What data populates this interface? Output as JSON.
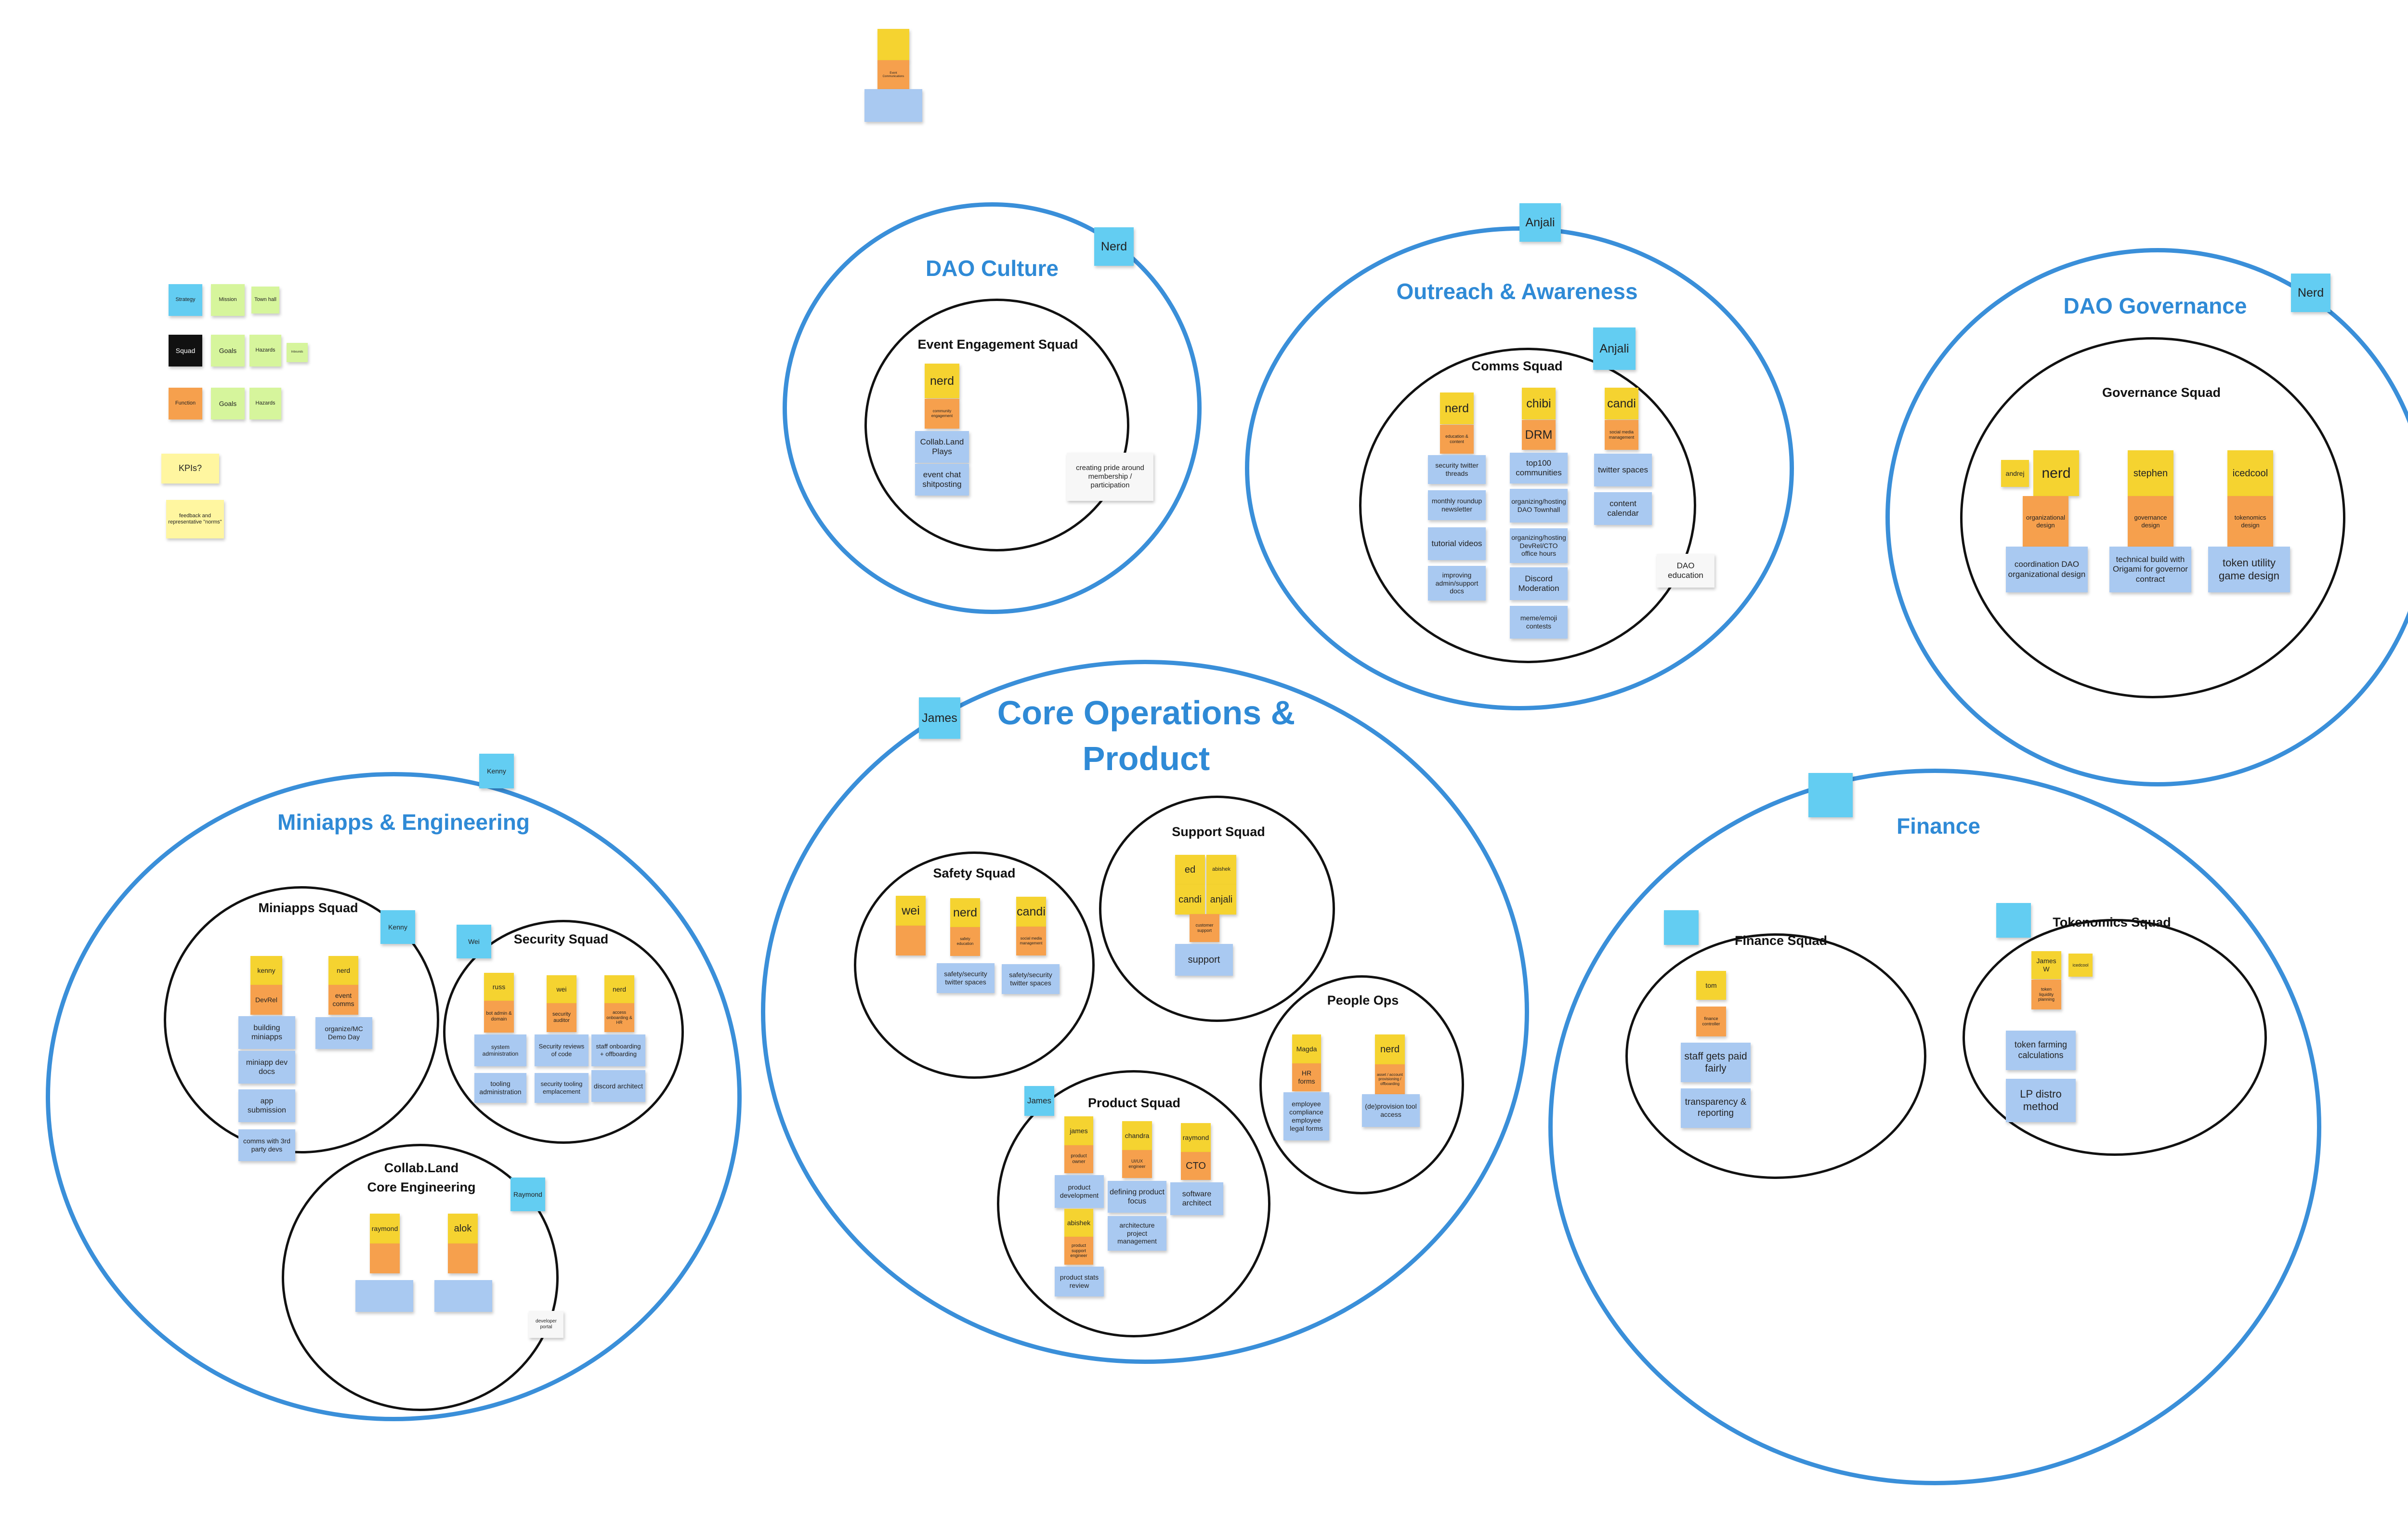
{
  "legend": {
    "row1": [
      "Strategy",
      "Mission",
      "Town hall"
    ],
    "row2": [
      "Squad",
      "Goals",
      "Hazards",
      "Inbounds"
    ],
    "row3": [
      "Function",
      "Goals",
      "Hazards"
    ],
    "kpis": "KPIs?",
    "feedback": "feedback and representative \"norms\""
  },
  "top_card": {
    "label": "Event Communications"
  },
  "zones": {
    "dao_culture": {
      "title": "DAO Culture",
      "lead": "Nerd"
    },
    "outreach": {
      "title": "Outreach & Awareness",
      "lead": "Anjali"
    },
    "governance": {
      "title": "DAO Governance",
      "lead": "Nerd"
    },
    "core_ops": {
      "title_line1": "Core Operations &",
      "title_line2": "Product",
      "lead": "James"
    },
    "miniapps": {
      "title": "Miniapps & Engineering",
      "lead": "Kenny"
    },
    "finance": {
      "title": "Finance"
    }
  },
  "squads": {
    "event_engagement": {
      "title": "Event Engagement Squad",
      "person": "nerd",
      "role": "community engagement",
      "tasks": [
        "Collab.Land Plays",
        "event chat shitposting"
      ],
      "note": "creating pride around membership / participation"
    },
    "comms": {
      "title": "Comms Squad",
      "lead": "Anjali",
      "col1": {
        "person": "nerd",
        "role": "education & content",
        "tasks": [
          "security twitter threads",
          "monthly roundup newsletter",
          "tutorial videos",
          "improving admin/support docs"
        ]
      },
      "col2": {
        "person": "chibi",
        "role": "DRM",
        "tasks": [
          "top100 communities",
          "organizing/hosting DAO Townhall",
          "organizing/hosting DevRel/CTO office hours",
          "Discord Moderation",
          "meme/emoji contests"
        ]
      },
      "col3": {
        "person": "candi",
        "role": "social media management",
        "tasks": [
          "twitter spaces",
          "content calendar"
        ]
      },
      "note": "DAO education"
    },
    "gov": {
      "title": "Governance Squad",
      "extra": "andrej",
      "col1": {
        "person": "nerd",
        "role": "organizational design",
        "task": "coordination DAO organizational design"
      },
      "col2": {
        "person": "stephen",
        "role": "governance design",
        "task": "technical build with Origami for governor contract"
      },
      "col3": {
        "person": "icedcool",
        "role": "tokenomics design",
        "task": "token utility game design"
      }
    },
    "safety": {
      "title": "Safety Squad",
      "col1": {
        "person": "wei"
      },
      "col2": {
        "person": "nerd",
        "role": "safety education",
        "task": "safety/security twitter spaces"
      },
      "col3": {
        "person": "candi",
        "role": "social media management",
        "task": "safety/security twitter spaces"
      }
    },
    "support": {
      "title": "Support Squad",
      "people": [
        "ed",
        "abishek",
        "candi",
        "anjali"
      ],
      "role": "customer support",
      "task": "support"
    },
    "people_ops": {
      "title": "People Ops",
      "col1": {
        "person": "Magda",
        "role": "HR forms",
        "task": "employee compliance employee legal forms"
      },
      "col2": {
        "person": "nerd",
        "role": "asset / account provisioning / offboarding",
        "task": "(de)provision tool access"
      }
    },
    "product": {
      "title": "Product Squad",
      "lead": "James",
      "col1": {
        "person": "james",
        "role": "product owner",
        "task": "product development"
      },
      "col1b": {
        "person": "abishek",
        "role": "product support engineer",
        "task": "product stats review"
      },
      "col2": {
        "person": "chandra",
        "role": "UI/UX engineer",
        "tasks": [
          "defining product focus",
          "architecture project management"
        ]
      },
      "col3": {
        "person": "raymond",
        "role": "CTO",
        "task": "software architect"
      }
    },
    "miniapps_sq": {
      "title": "Miniapps Squad",
      "lead": "Kenny",
      "col1": {
        "person": "kenny",
        "role": "DevRel",
        "tasks": [
          "building miniapps",
          "miniapp dev docs",
          "app submission",
          "comms with 3rd party devs"
        ]
      },
      "col2": {
        "person": "nerd",
        "role": "event comms",
        "task": "organize/MC Demo Day"
      }
    },
    "security": {
      "title": "Security Squad",
      "lead": "Wei",
      "col1": {
        "person": "russ",
        "role": "bot admin & domain",
        "tasks": [
          "system administration",
          "tooling administration"
        ]
      },
      "col2": {
        "person": "wei",
        "role": "security auditor",
        "tasks": [
          "Security reviews of code",
          "security tooling emplacement"
        ]
      },
      "col3": {
        "person": "nerd",
        "role": "access onboarding & HR",
        "tasks": [
          "staff onboarding + offboarding",
          "discord architect"
        ]
      }
    },
    "core_eng": {
      "title_line1": "Collab.Land",
      "title_line2": "Core Engineering",
      "lead": "Raymond",
      "col1": {
        "person": "raymond"
      },
      "col2": {
        "person": "alok"
      },
      "note": "developer portal"
    },
    "finance_sq": {
      "title": "Finance Squad",
      "person": "tom",
      "role": "finance controller",
      "tasks": [
        "staff gets paid fairly",
        "transparency & reporting"
      ]
    },
    "tokenomics": {
      "title": "Tokenomics Squad",
      "person": "James W",
      "extra": "icedcool",
      "role": "token liquidity planning",
      "tasks": [
        "token farming calculations",
        "LP distro method"
      ]
    }
  }
}
